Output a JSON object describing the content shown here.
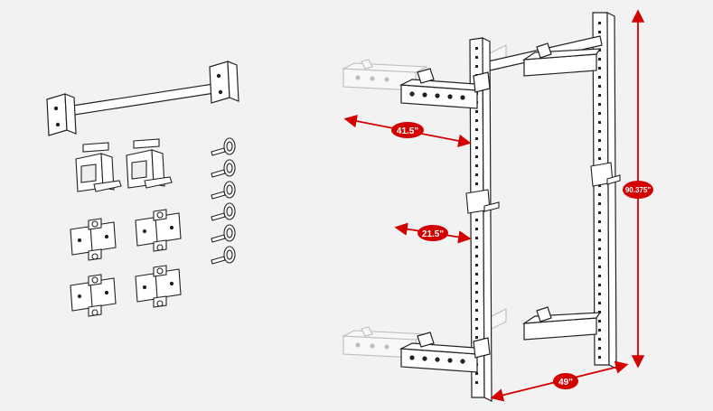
{
  "colors": {
    "background": "#f2f2f2",
    "line": "#222222",
    "part_fill": "#ffffff",
    "ghost_line": "#bdbdbd",
    "dimension": "#d40000",
    "badge_text": "#ffffff"
  },
  "dimensions": {
    "arm_depth": "41.5\"",
    "folded_depth": "21.5\"",
    "height": "90.375\"",
    "width": "49\""
  },
  "parts": {
    "pullup_bar": "pullup-bar",
    "j_cups_count": 2,
    "pins_count": 6,
    "hinge_brackets_count": 4
  }
}
